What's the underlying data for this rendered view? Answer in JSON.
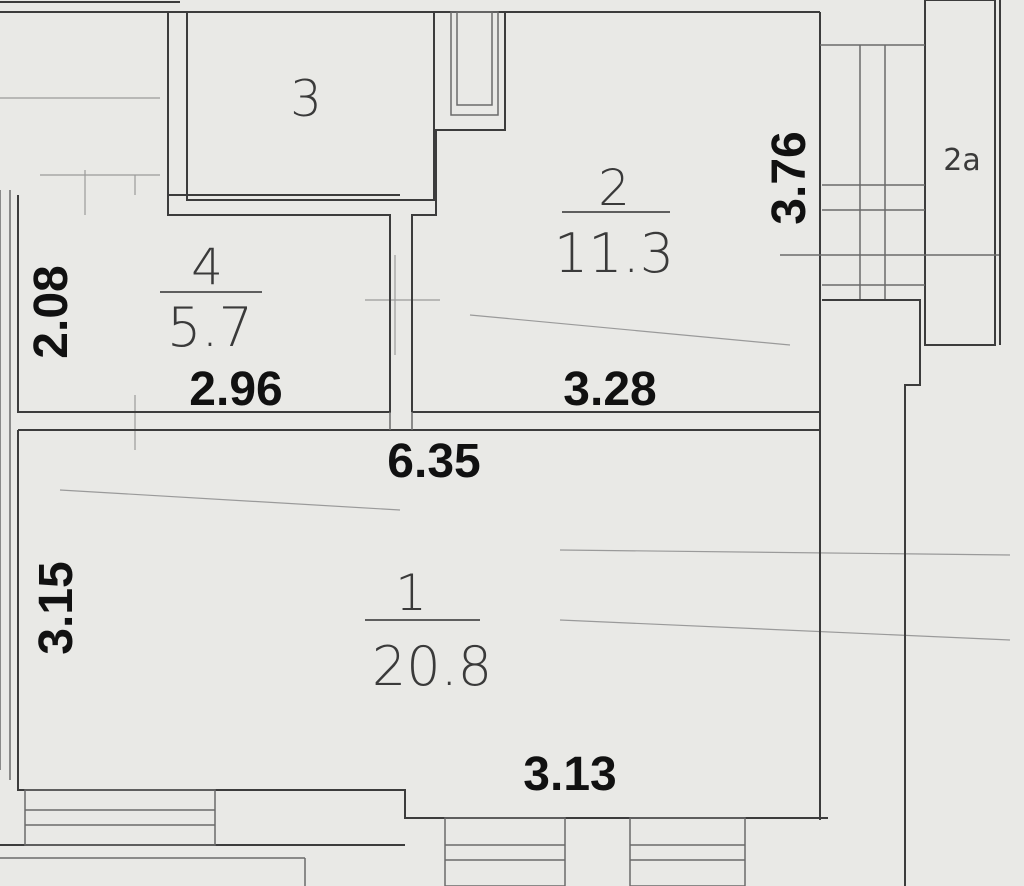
{
  "rooms": [
    {
      "id": "1",
      "number": "1",
      "area": "20.8"
    },
    {
      "id": "2",
      "number": "2",
      "area": "11.3"
    },
    {
      "id": "3",
      "number": "3"
    },
    {
      "id": "4",
      "number": "4",
      "area": "5.7"
    },
    {
      "id": "2a",
      "number": "2a"
    }
  ],
  "dimensions": {
    "room4_width": "2.96",
    "room4_height": "2.08",
    "room2_width": "3.28",
    "room2_height": "3.76",
    "room1_width": "6.35",
    "room1_height": "3.15",
    "room1_bottom": "3.13"
  },
  "colors": {
    "paper": "#e9e9e6",
    "lines": "#3c3c3c",
    "dimension_text": "#111111"
  }
}
